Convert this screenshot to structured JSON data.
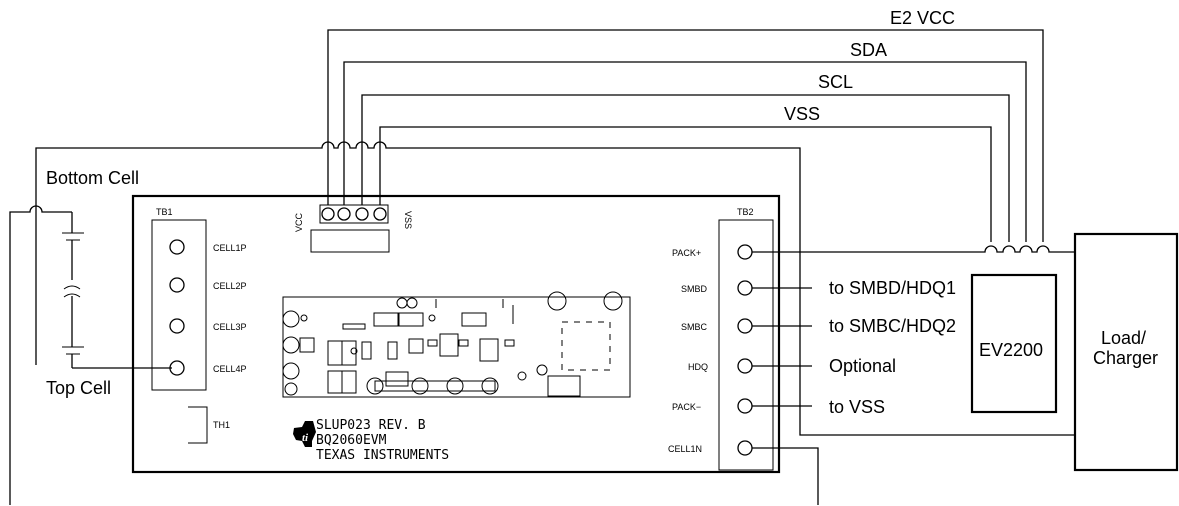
{
  "bus_labels": {
    "e2vcc": "E2 VCC",
    "sda": "SDA",
    "scl": "SCL",
    "vss": "VSS"
  },
  "external_labels": {
    "bottom_cell": "Bottom Cell",
    "top_cell": "Top Cell",
    "ev2200": "EV2200",
    "load_line1": "Load/",
    "load_line2": "Charger"
  },
  "board": {
    "tb1_label": "TB1",
    "tb2_label": "TB2",
    "th1_label": "TH1",
    "header_vcc": "VCC",
    "header_vss": "VSS",
    "tb1_terminals": [
      "CELL1P",
      "CELL2P",
      "CELL3P",
      "CELL4P"
    ],
    "tb2_terminals": [
      "PACK+",
      "SMBD",
      "SMBC",
      "HDQ",
      "PACK−",
      "CELL1N"
    ],
    "silkscreen": [
      "SLUP023 REV. B",
      "BQ2060EVM",
      "TEXAS INSTRUMENTS"
    ]
  },
  "connections": {
    "smbd": "to SMBD/HDQ1",
    "smbc": "to SMBC/HDQ2",
    "hdq": "Optional",
    "packminus": "to VSS"
  }
}
